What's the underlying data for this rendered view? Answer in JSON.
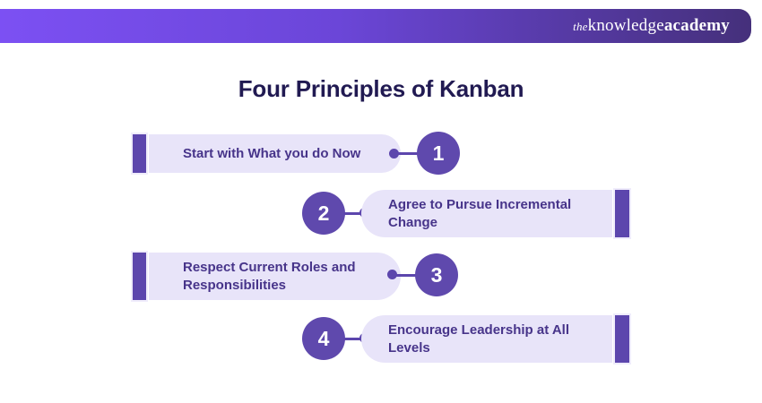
{
  "header": {
    "logo_the": "the",
    "logo_knowledge": "knowledge",
    "logo_academy": "academy"
  },
  "title": "Four Principles of Kanban",
  "principles": [
    {
      "number": "1",
      "side": "left",
      "lines": [
        "Start with What you do Now"
      ]
    },
    {
      "number": "2",
      "side": "right",
      "lines": [
        "Agree to Pursue Incremental",
        "Change"
      ]
    },
    {
      "number": "3",
      "side": "left",
      "lines": [
        "Respect Current Roles and",
        "Responsibilities"
      ]
    },
    {
      "number": "4",
      "side": "right",
      "lines": [
        "Encourage Leadership at All",
        "Levels"
      ]
    }
  ],
  "colors": {
    "accent": "#5c46ad",
    "circle_fill": "#5f49ad",
    "pill_background": "#e8e4f9",
    "pill_text": "#47348a",
    "title_text": "#211a52",
    "header_gradient_start": "#7c50f3",
    "header_gradient_end": "#45307b",
    "logo_text": "#ffffff",
    "number_text": "#ffffff"
  }
}
